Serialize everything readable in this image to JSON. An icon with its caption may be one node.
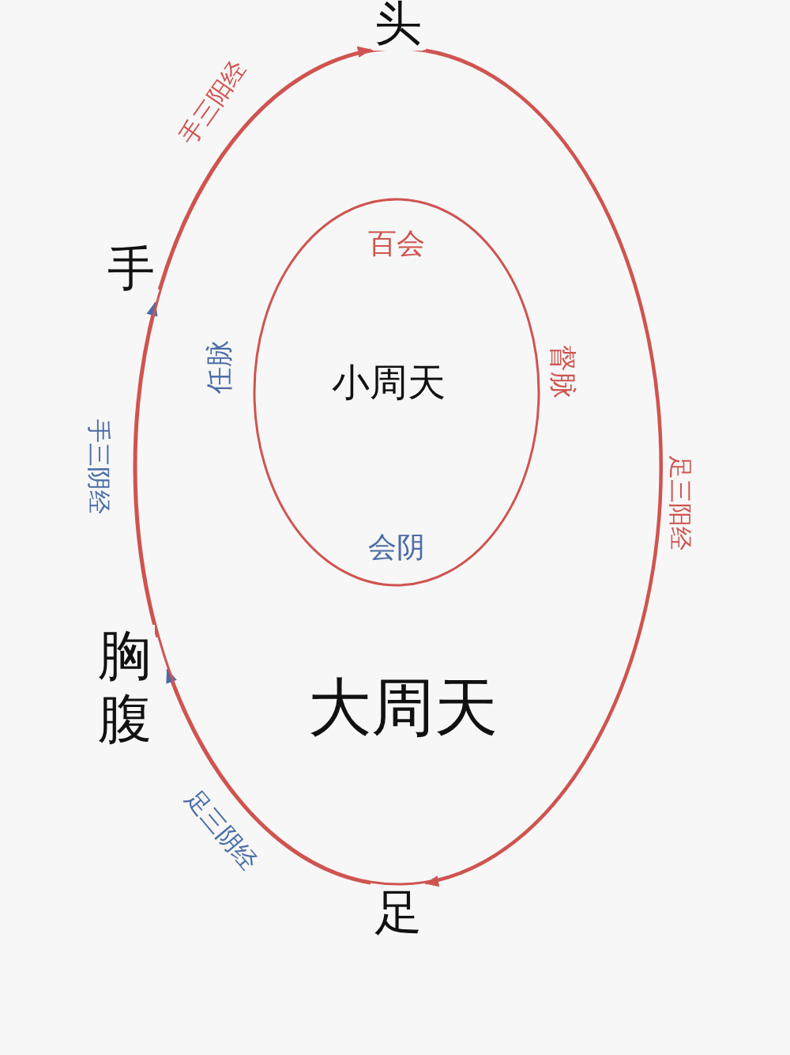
{
  "diagram": {
    "nodes": [
      {
        "text": [
          "大周天"
        ]
      },
      {
        "text": [
          "百会",
          "小周天",
          "会阴"
        ],
        "in": 0,
        "beside": [
          "任脉",
          "督脉"
        ]
      },
      {
        "text": [
          "头"
        ]
      },
      {
        "text": [
          "手"
        ]
      },
      {
        "text": [
          "胸腹"
        ]
      },
      {
        "text": [
          "足"
        ]
      }
    ],
    "edges": [
      {
        "from": 3,
        "to": 2,
        "arrow": "to",
        "label": "手三阳经"
      },
      {
        "from": 2,
        "to": 5,
        "arrow": "to",
        "label": "足三阳经"
      },
      {
        "from": 5,
        "to": 4,
        "arrow": "to",
        "label": "足三阴经"
      },
      {
        "from": 4,
        "to": 3,
        "arrow": "to",
        "label": "手三阴经"
      }
    ]
  }
}
